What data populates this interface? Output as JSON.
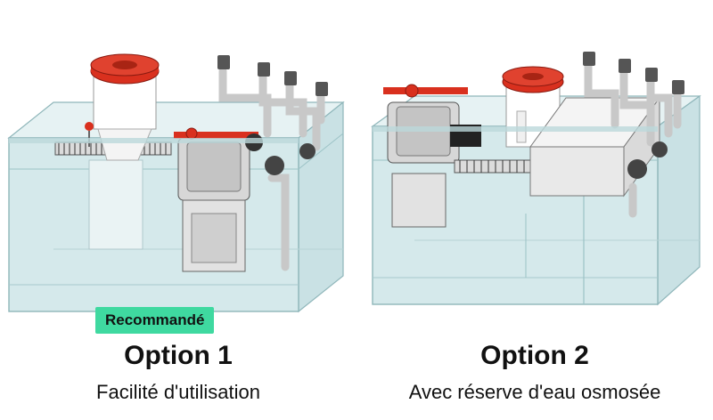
{
  "options": [
    {
      "badge": "Recommandé",
      "title": "Option 1",
      "subtitle": "Facilité d'utilisation"
    },
    {
      "badge": "",
      "title": "Option 2",
      "subtitle": "Avec réserve d'eau osmosée"
    }
  ],
  "colors": {
    "badge": "#3fd9a0",
    "glass": "#cfe6e8",
    "glass_edge": "#8fb6ba",
    "accent_red": "#d9301e",
    "pipe": "#c8c8c8"
  }
}
